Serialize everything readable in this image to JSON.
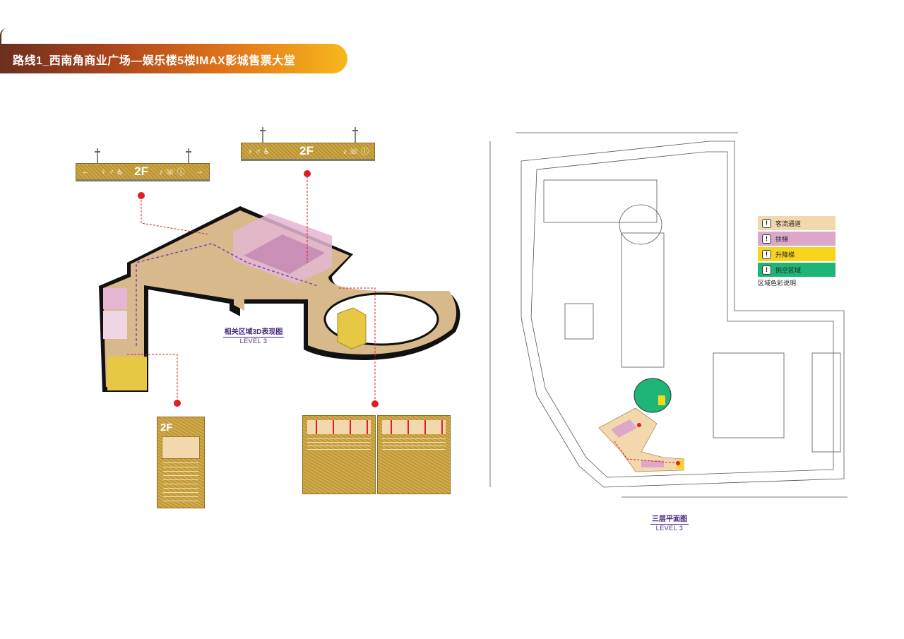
{
  "header": {
    "title": "路线1_西南角商业广场—娱乐楼5楼IMAX影城售票大堂"
  },
  "left_view": {
    "caption_cn": "相关区域3D表现图",
    "caption_en": "LEVEL 3",
    "hanging_sign_1": {
      "left_arrow": "←",
      "floor": "2F",
      "right_arrow": "→"
    },
    "hanging_sign_2": {
      "floor": "2F"
    },
    "stand_board_floor": "2F"
  },
  "right_view": {
    "caption_cn": "三层平面图",
    "caption_en": "LEVEL 3"
  },
  "legend": {
    "items": [
      {
        "icon": "!",
        "label": "客流通道",
        "color": "#f3d8ad"
      },
      {
        "icon": "!",
        "label": "扶梯",
        "color": "#dda6cb"
      },
      {
        "icon": "!",
        "label": "升降梯",
        "color": "#f7d51c"
      },
      {
        "icon": "!",
        "label": "挑空区域",
        "color": "#1fb577"
      }
    ],
    "note": "区域色彩说明"
  },
  "colors": {
    "floor_fill": "#d7b98c",
    "floor_edge": "#111111",
    "route_line": "#e02020",
    "arrow_purple": "#7a4ab0",
    "escalator_pink": "#e4b6d2",
    "elevator_yellow": "#e6c845",
    "caption_purple": "#4a2a80"
  }
}
